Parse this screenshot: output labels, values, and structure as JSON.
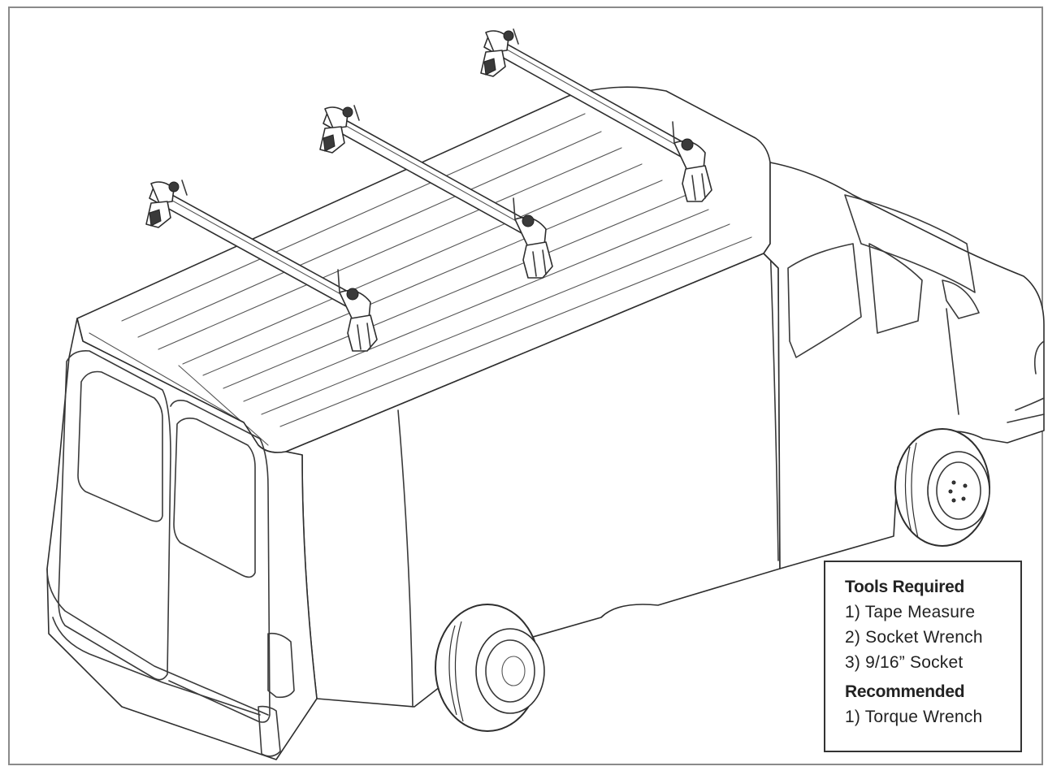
{
  "tools_box": {
    "tools_heading": "Tools Required",
    "tools": [
      "1) Tape Measure",
      "2) Socket Wrench",
      "3) 9/16” Socket"
    ],
    "recommended_heading": "Recommended",
    "recommended": [
      "1) Torque Wrench"
    ]
  }
}
